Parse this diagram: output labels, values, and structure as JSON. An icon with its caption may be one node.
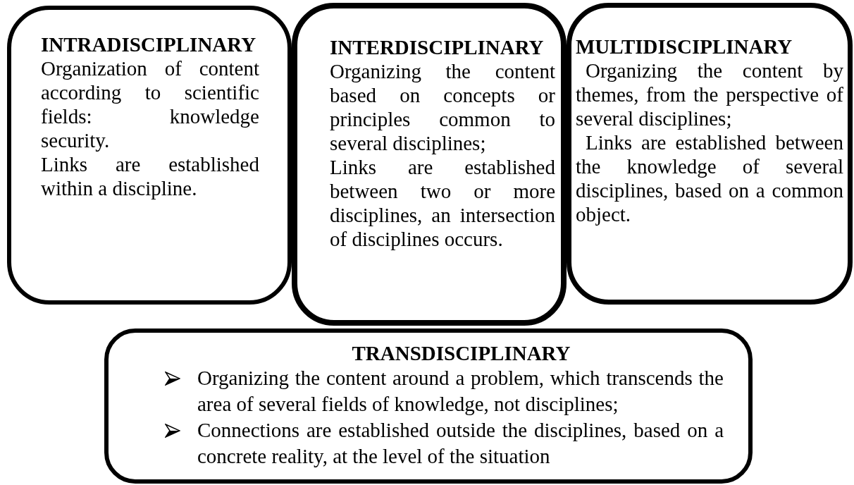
{
  "diagram": {
    "nodes": [
      {
        "text": [
          "INTRADISCIPLINARY",
          "Organization of content according to scientific fields: knowledge security.",
          "Links are established within a discipline."
        ]
      },
      {
        "text": [
          "INTERDISCIPLINARY",
          "Organizing the content based on concepts or principles common to several disciplines;",
          "Links are established between two or more disciplines, an intersection of disciplines occurs."
        ]
      },
      {
        "text": [
          "MULTIDISCIPLINARY",
          "Organizing the content by themes, from the perspective of several disciplines;",
          "Links are established between the knowledge of several disciplines, based on a common object."
        ]
      },
      {
        "text": [
          "TRANSDISCIPLINARY",
          "Organizing the content around a problem, which transcends the area of several fields of knowledge, not disciplines;",
          "Connections are established outside the disciplines, based on a concrete reality, at the level of the situation"
        ]
      }
    ]
  }
}
